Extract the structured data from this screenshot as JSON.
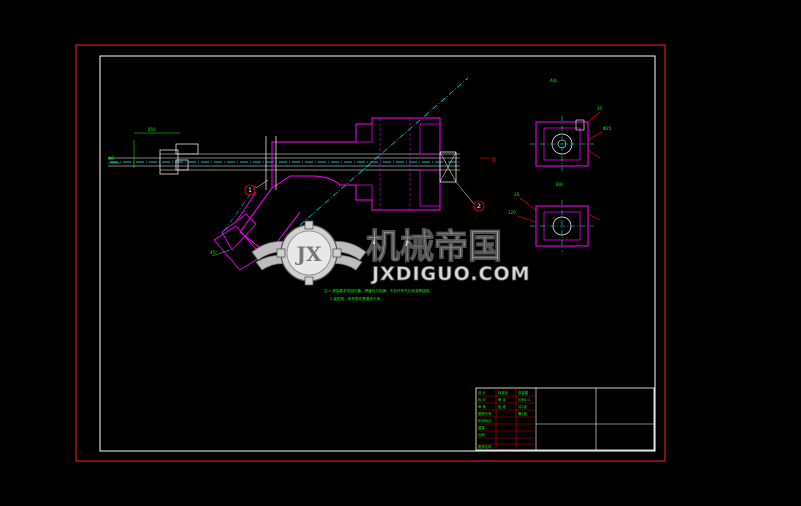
{
  "balloons": [
    "1",
    "2"
  ],
  "labels": {
    "bp": "B",
    "tr1": "A向",
    "tr2": "B向",
    "tr3": "35",
    "tr4": "Φ25",
    "tr5": "35",
    "tr6": "120",
    "dim_top": "850",
    "dim_left": "Φ8",
    "dim_angle": "45°",
    "note_line1": "注:1.焊接要求牢固可靠，焊缝均匀饱满，不允许有气孔夹渣等缺陷。",
    "note_line2": "2.装配前，所有零件需清洗干净。"
  },
  "title_block": {
    "rows": [
      [
        "设 计",
        "标准化",
        "总装图"
      ],
      [
        "校 对",
        "审 定",
        "比例1:1"
      ],
      [
        "审 核",
        "批 准",
        "共1张"
      ],
      [
        "图样代号",
        "",
        "第1张"
      ],
      [
        "阶段标记",
        "",
        ""
      ],
      [
        "重量",
        "",
        ""
      ],
      [
        "比例",
        "",
        ""
      ],
      [
        "图样名称",
        "",
        ""
      ]
    ]
  },
  "watermark": {
    "cn": "机械帝国",
    "en": "JXDIGUO.COM",
    "logo_letters": "JX"
  },
  "colors": {
    "background": "#000000",
    "frame_outer": "#ff2020",
    "frame_inner": "#ffffff",
    "part": "#ff00ff",
    "center": "#00ffff",
    "annotation": "#00ff00",
    "dimension": "#ff0000",
    "watermark": "#aaaaaa"
  },
  "icons": {
    "watermark_logo": "gear-wings-logo-icon"
  }
}
